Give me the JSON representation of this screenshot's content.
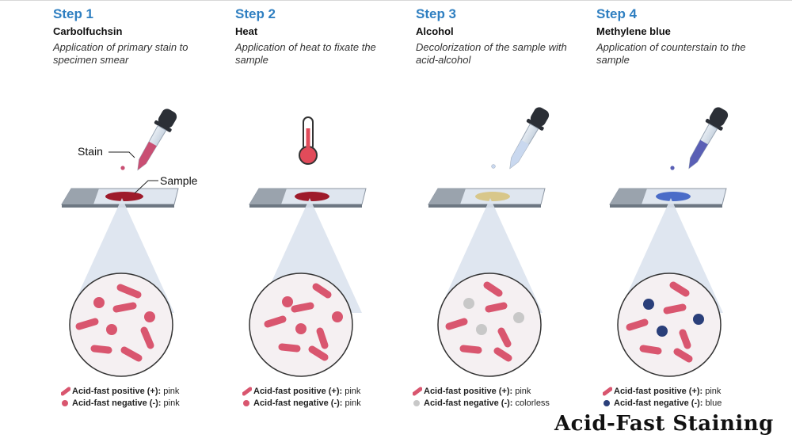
{
  "caption": "Acid-Fast Staining",
  "annotations": {
    "stain": "Stain",
    "sample": "Sample"
  },
  "colors": {
    "accent": "#2f7fc1",
    "pink": "#d9566f",
    "blue": "#2a3f7a",
    "gray": "#c8c8c8",
    "sample_red": "#9e1b2b",
    "sample_yellow": "#d8c78a",
    "sample_blue": "#4a6cc8"
  },
  "legend_labels": {
    "positive": "Acid-fast positive (+):",
    "negative": "Acid-fast negative (-):"
  },
  "steps": [
    {
      "title": "Step 1",
      "name": "Carbolfuchsin",
      "description": "Application of primary stain to specimen smear",
      "icon": "dropper-icon",
      "positive_result": "pink",
      "negative_result": "pink"
    },
    {
      "title": "Step 2",
      "name": "Heat",
      "description": "Application of heat to fixate the sample",
      "icon": "thermometer-icon",
      "positive_result": "pink",
      "negative_result": "pink"
    },
    {
      "title": "Step 3",
      "name": "Alcohol",
      "description": "Decolorization of the sample with acid-alcohol",
      "icon": "dropper-icon",
      "positive_result": "pink",
      "negative_result": "colorless"
    },
    {
      "title": "Step 4",
      "name": "Methylene blue",
      "description": "Application of counterstain to the sample",
      "icon": "dropper-icon",
      "positive_result": "pink",
      "negative_result": "blue"
    }
  ]
}
